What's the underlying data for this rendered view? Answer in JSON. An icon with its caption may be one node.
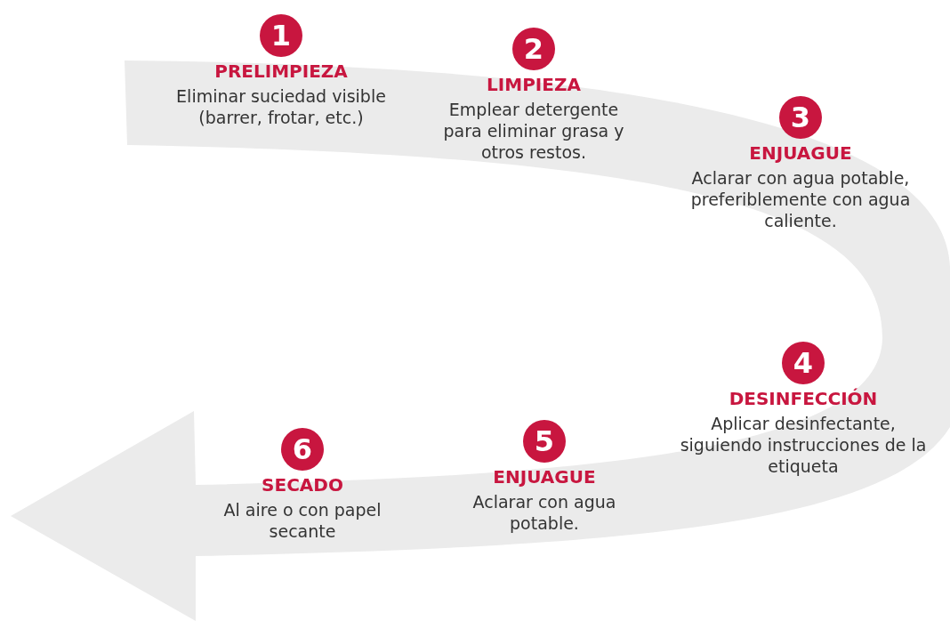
{
  "diagram": {
    "nodes": [
      {
        "text": [
          "1"
        ],
        "beside": [
          "PRELIMPIEZA",
          "Eliminar suciedad visible (barrer, frotar, etc.)"
        ]
      },
      {
        "text": [
          "2"
        ],
        "beside": [
          "LIMPIEZA",
          "Emplear detergente para eliminar grasa y otros restos."
        ]
      },
      {
        "text": [
          "3"
        ],
        "beside": [
          "ENJUAGUE",
          "Aclarar con agua potable, preferiblemente con agua caliente."
        ]
      },
      {
        "text": [
          "4"
        ],
        "beside": [
          "DESINFECCIÓN",
          "Aplicar desinfectante, siguiendo instrucciones de la etiqueta"
        ]
      },
      {
        "text": [
          "5"
        ],
        "beside": [
          "ENJUAGUE",
          "Aclarar con agua potable."
        ]
      },
      {
        "text": [
          "6"
        ],
        "beside": [
          "SECADO",
          "Al aire o con papel secante"
        ]
      }
    ],
    "edges": []
  }
}
